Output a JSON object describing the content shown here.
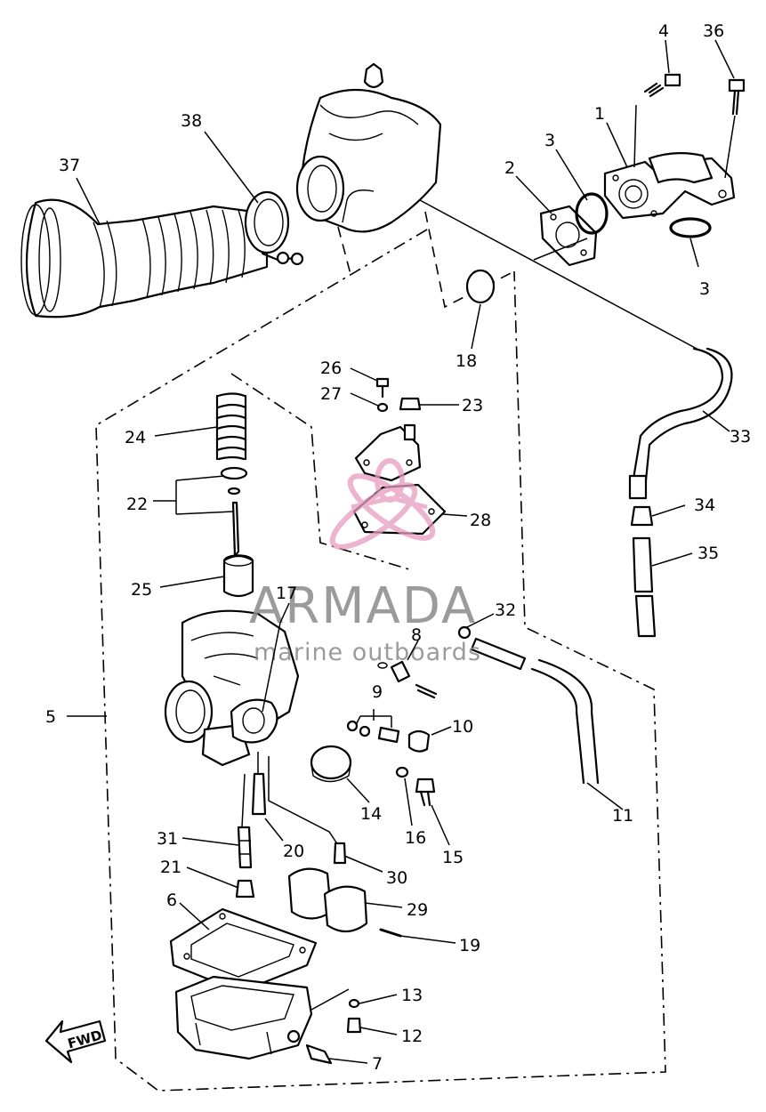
{
  "watermark": {
    "title": "ARMADA",
    "subtitle": "marine outboards",
    "logo_color": "#e89bbf",
    "text_color": "#8a8a8a"
  },
  "direction_badge": "FWD",
  "callouts": {
    "n1": "1",
    "n2": "2",
    "n3a": "3",
    "n3b": "3",
    "n4": "4",
    "n5": "5",
    "n6": "6",
    "n7": "7",
    "n8": "8",
    "n9": "9",
    "n10": "10",
    "n11": "11",
    "n12": "12",
    "n13": "13",
    "n14": "14",
    "n15": "15",
    "n16": "16",
    "n17": "17",
    "n18": "18",
    "n19": "19",
    "n20": "20",
    "n21": "21",
    "n22": "22",
    "n23": "23",
    "n24": "24",
    "n25": "25",
    "n26": "26",
    "n27": "27",
    "n28": "28",
    "n29": "29",
    "n30": "30",
    "n31": "31",
    "n32": "32",
    "n33": "33",
    "n34": "34",
    "n35": "35",
    "n36": "36",
    "n37": "37",
    "n38": "38"
  }
}
